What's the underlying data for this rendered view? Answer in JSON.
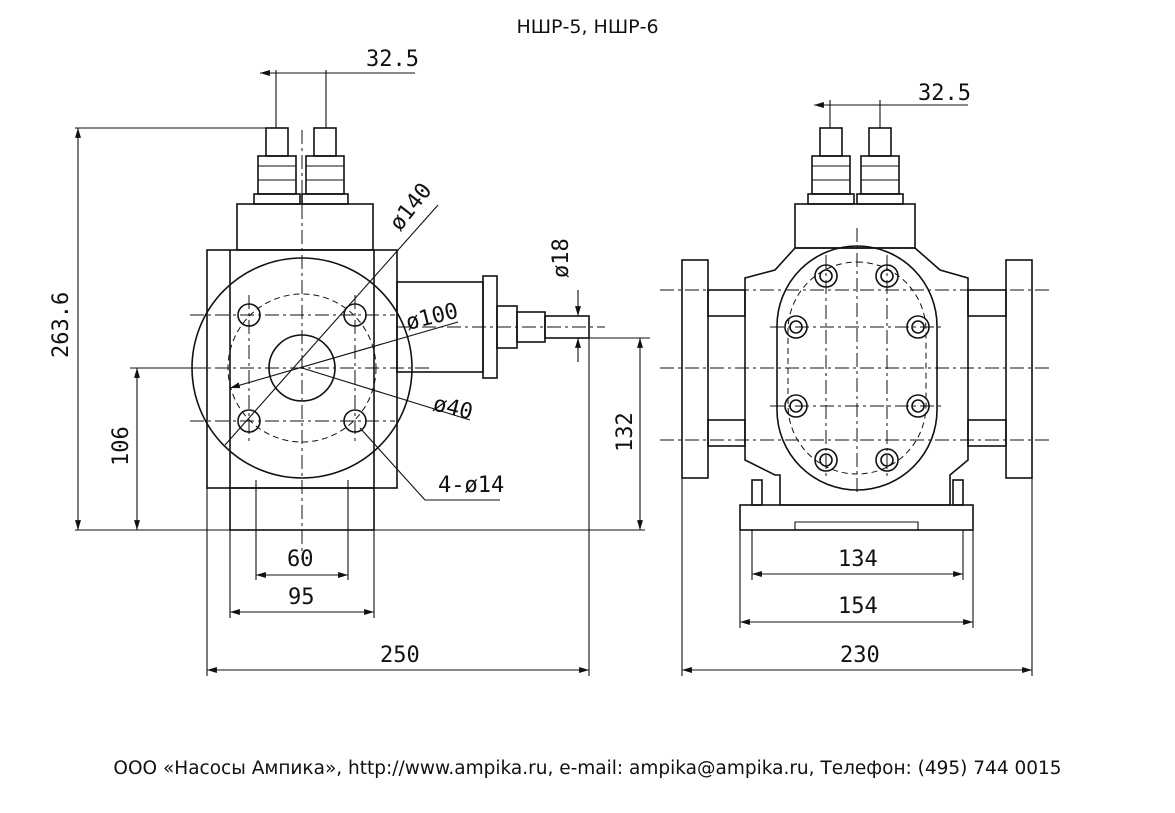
{
  "title": "НШР-5, НШР-6",
  "footer": "ООО «Насосы Ампика», http://www.ampika.ru, e-mail: ampika@ampika.ru, Телефон: (495) 744 0015",
  "front_view": {
    "dim_port_spacing": "32.5",
    "dim_height_total": "263.6",
    "dim_flange_dia": "ø140",
    "dim_bore_dia": "ø100",
    "dim_shaft_dia": "ø40",
    "dim_holes": "4-ø14",
    "dim_shaft_end": "ø18",
    "dim_axis_height": "106",
    "dim_shaft_height": "132",
    "dim_foot_inner": "60",
    "dim_foot_outer": "95",
    "dim_overall_width": "250"
  },
  "side_view": {
    "dim_port_spacing": "32.5",
    "dim_base_inner": "134",
    "dim_base_outer": "154",
    "dim_overall_width": "230"
  }
}
